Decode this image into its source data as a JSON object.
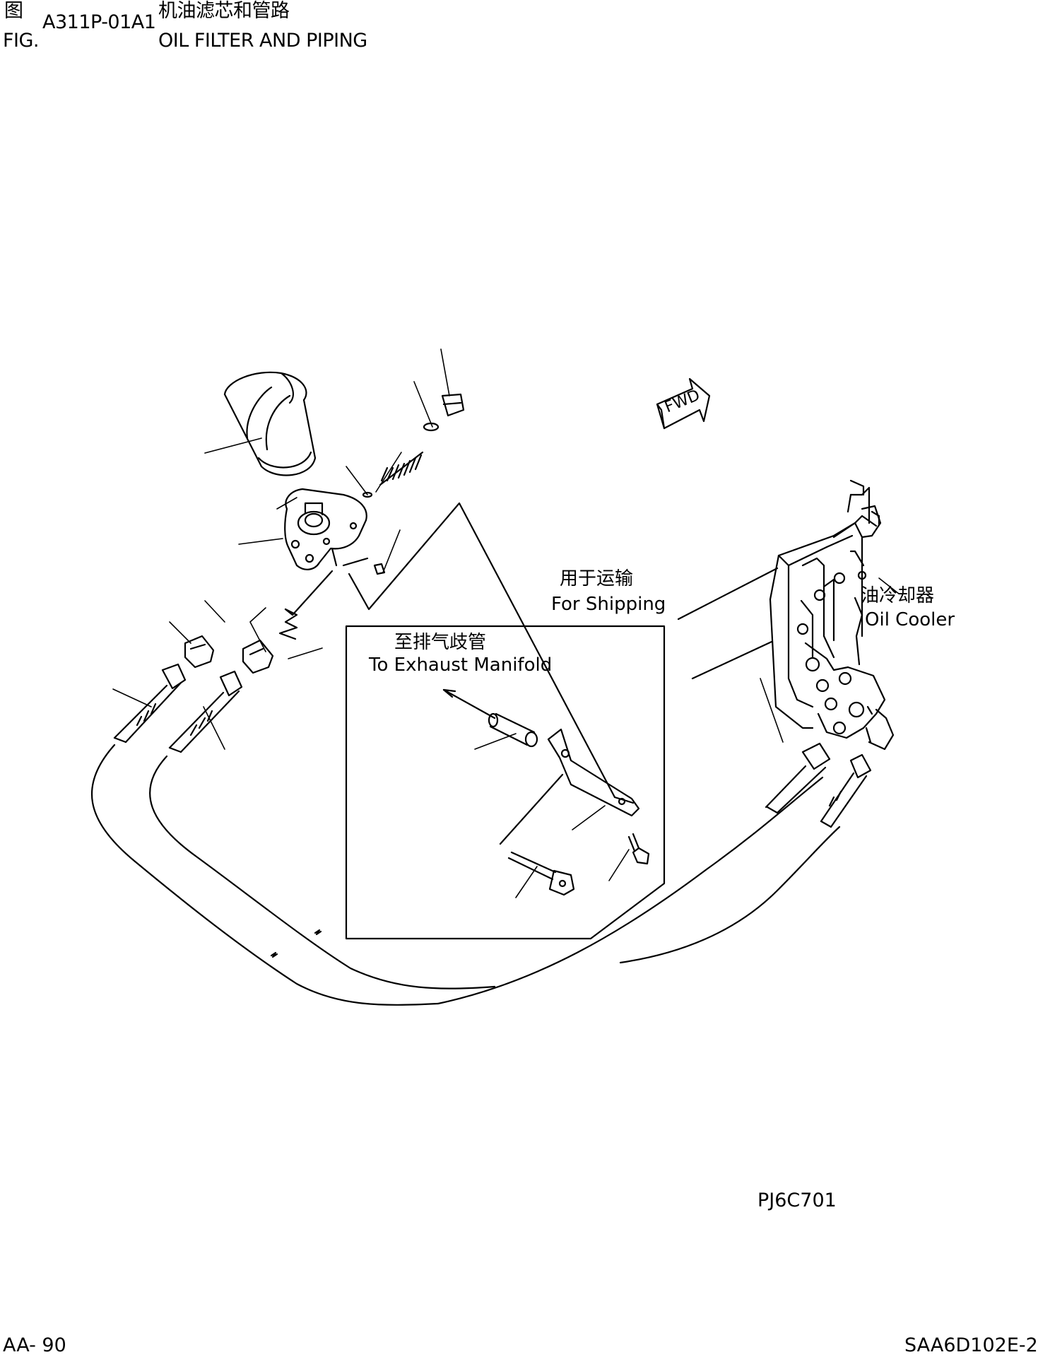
{
  "header": {
    "fig_cn": "图",
    "fig_en": "FIG.",
    "fig_code": "A311P-01A1",
    "title_cn": "机油滤芯和管路",
    "title_en": "OIL FILTER AND PIPING"
  },
  "callouts": {
    "shipping_cn": "用于运输",
    "shipping_en": "For Shipping",
    "exhaust_cn": "至排气歧管",
    "exhaust_en": "To Exhaust Manifold",
    "cooler_cn": "油冷却器",
    "cooler_en": "Oil Cooler",
    "fwd": "FWD"
  },
  "footer": {
    "drawing_code": "PJ6C701",
    "page": "AA- 90",
    "model": "SAA6D102E-2"
  }
}
